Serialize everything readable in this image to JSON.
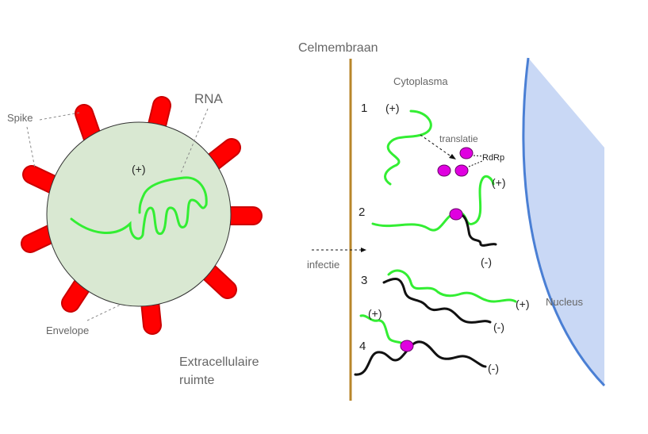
{
  "virus": {
    "spike_label": "Spike",
    "rna_label": "RNA",
    "envelope_label": "Envelope",
    "polarity_label": "(+)",
    "colors": {
      "envelope": "#d9e8d2",
      "spike": "#ff0000",
      "rna": "#33ee33"
    }
  },
  "regions": {
    "extracellular": [
      "Extracellulaire",
      "ruimte"
    ],
    "membrane": "Celmembraan",
    "cytoplasm": "Cytoplasma",
    "nucleus": "Nucleus",
    "infection": "infectie",
    "colors": {
      "membrane": "#b8862a",
      "nucleus_fill": "#c9d8f5",
      "nucleus_edge": "#4a7fd4"
    }
  },
  "steps": [
    {
      "number": "1",
      "labels": [
        "(+)"
      ],
      "annotations": [
        "translatie",
        "RdRp"
      ]
    },
    {
      "number": "2",
      "labels": [
        "(+)",
        "(-)"
      ]
    },
    {
      "number": "3",
      "labels": [
        "(+)",
        "(-)"
      ]
    },
    {
      "number": "4",
      "labels": [
        "(+)",
        "(-)"
      ]
    }
  ],
  "colors": {
    "plus_strand": "#33ee33",
    "minus_strand": "#111111",
    "protein": "#e000e0"
  }
}
